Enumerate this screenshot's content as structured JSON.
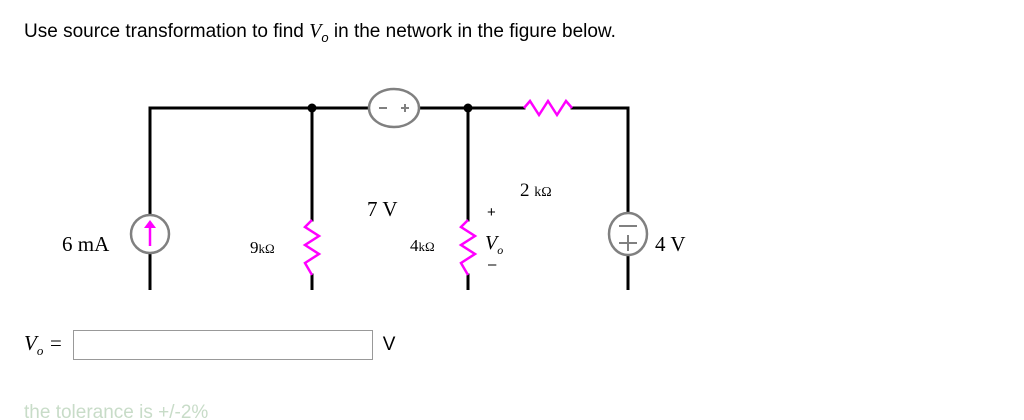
{
  "prompt": {
    "text_before": "Use source transformation to find ",
    "variable": "V",
    "variable_sub": "o",
    "text_after": " in the network in the figure below."
  },
  "circuit": {
    "current_source_label": "6 mA",
    "resistor_9k_value": "9",
    "resistor_9k_unit": "kΩ",
    "voltage_source_7v": "7 V",
    "resistor_4k_value": "4",
    "resistor_4k_unit": "kΩ",
    "resistor_2k_value": "2",
    "resistor_2k_unit": "kΩ",
    "output_voltage": "V",
    "output_voltage_sub": "o",
    "polarity_plus": "+",
    "polarity_minus": "–",
    "voltage_source_4v": "4 V",
    "wire_color": "#000000",
    "resistor_color": "#ff00ff",
    "source_outline_color": "#808080"
  },
  "answer": {
    "label": "V",
    "label_sub": "o",
    "equals": "=",
    "input_value": "",
    "input_placeholder": "",
    "unit": "V"
  },
  "footer": {
    "tolerance_text": "the tolerance is +/-2%"
  }
}
